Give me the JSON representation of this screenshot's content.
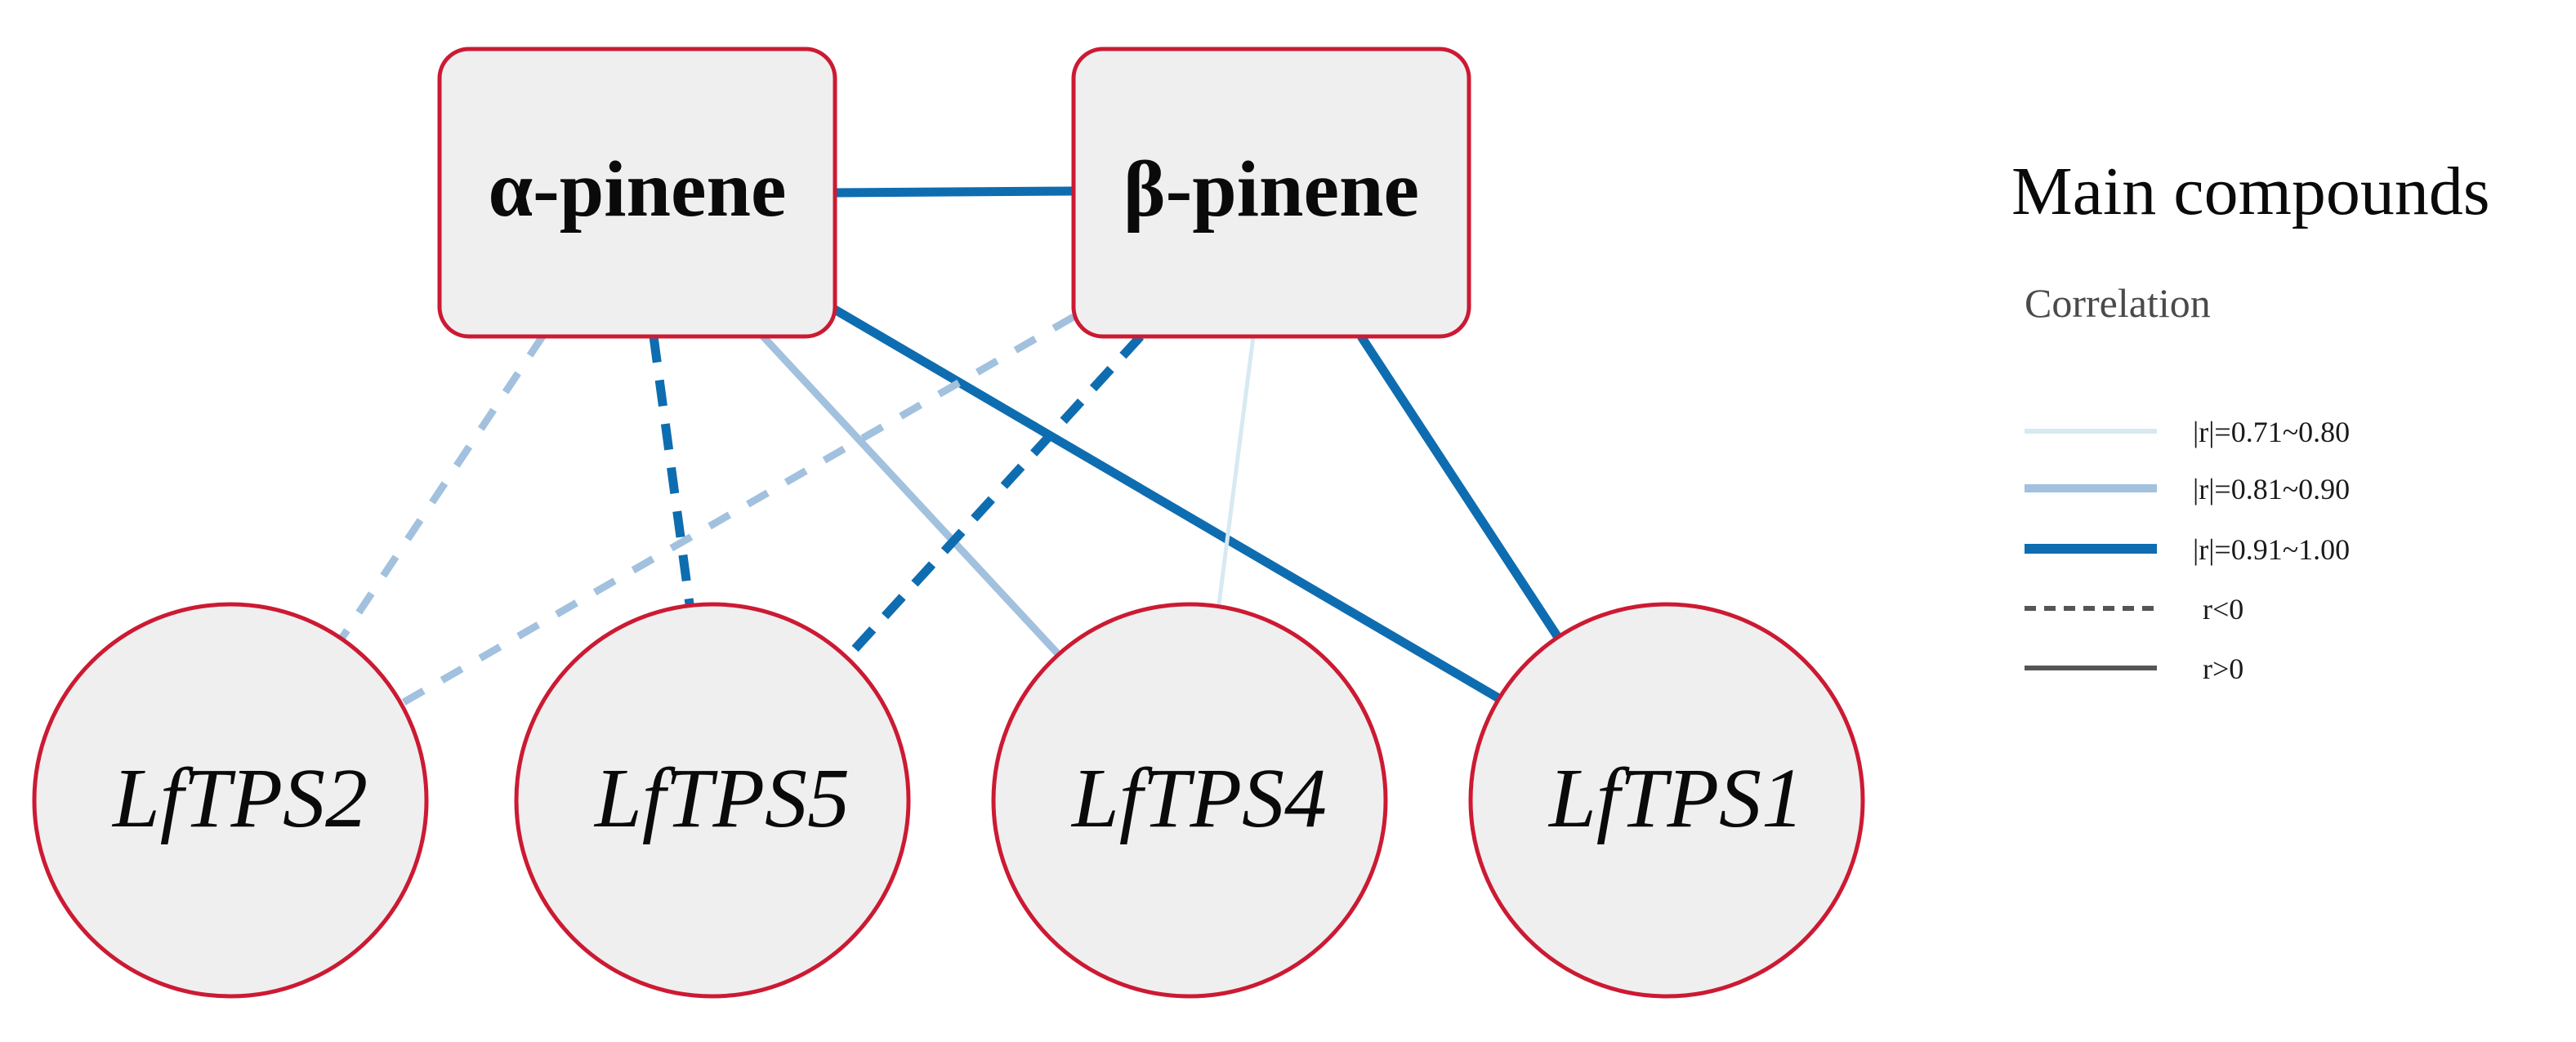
{
  "colors": {
    "node_fill": "#efefef",
    "node_stroke": "#cc1a33",
    "weak": "#d7e9f2",
    "medium": "#a2c1de",
    "strong": "#0e6db0",
    "sign_legend": "#555555"
  },
  "nodes": {
    "alpha_pinene": {
      "label": "α-pinene",
      "kind": "compound"
    },
    "beta_pinene": {
      "label": "β-pinene",
      "kind": "compound"
    },
    "lftps2": {
      "label": "LfTPS2",
      "kind": "gene"
    },
    "lftps5": {
      "label": "LfTPS5",
      "kind": "gene"
    },
    "lftps4": {
      "label": "LfTPS4",
      "kind": "gene"
    },
    "lftps1": {
      "label": "LfTPS1",
      "kind": "gene"
    }
  },
  "edges": [
    {
      "from": "alpha_pinene",
      "to": "beta_pinene",
      "strength": "strong",
      "sign": "positive"
    },
    {
      "from": "alpha_pinene",
      "to": "lftps2",
      "strength": "medium",
      "sign": "negative"
    },
    {
      "from": "alpha_pinene",
      "to": "lftps5",
      "strength": "strong",
      "sign": "negative"
    },
    {
      "from": "alpha_pinene",
      "to": "lftps4",
      "strength": "medium",
      "sign": "positive"
    },
    {
      "from": "alpha_pinene",
      "to": "lftps1",
      "strength": "strong",
      "sign": "positive"
    },
    {
      "from": "beta_pinene",
      "to": "lftps2",
      "strength": "medium",
      "sign": "negative"
    },
    {
      "from": "beta_pinene",
      "to": "lftps5",
      "strength": "strong",
      "sign": "negative"
    },
    {
      "from": "beta_pinene",
      "to": "lftps4",
      "strength": "weak",
      "sign": "positive"
    },
    {
      "from": "beta_pinene",
      "to": "lftps1",
      "strength": "strong",
      "sign": "positive"
    }
  ],
  "legend": {
    "title": "Main compounds",
    "subtitle": "Correlation",
    "items": [
      {
        "label": "|r|=0.71~0.80",
        "strength": "weak",
        "style": "solid"
      },
      {
        "label": "|r|=0.81~0.90",
        "strength": "medium",
        "style": "solid"
      },
      {
        "label": "|r|=0.91~1.00",
        "strength": "strong",
        "style": "solid"
      },
      {
        "label": "r<0",
        "strength": "sign",
        "style": "dashed"
      },
      {
        "label": "r>0",
        "strength": "sign",
        "style": "solid"
      }
    ]
  }
}
